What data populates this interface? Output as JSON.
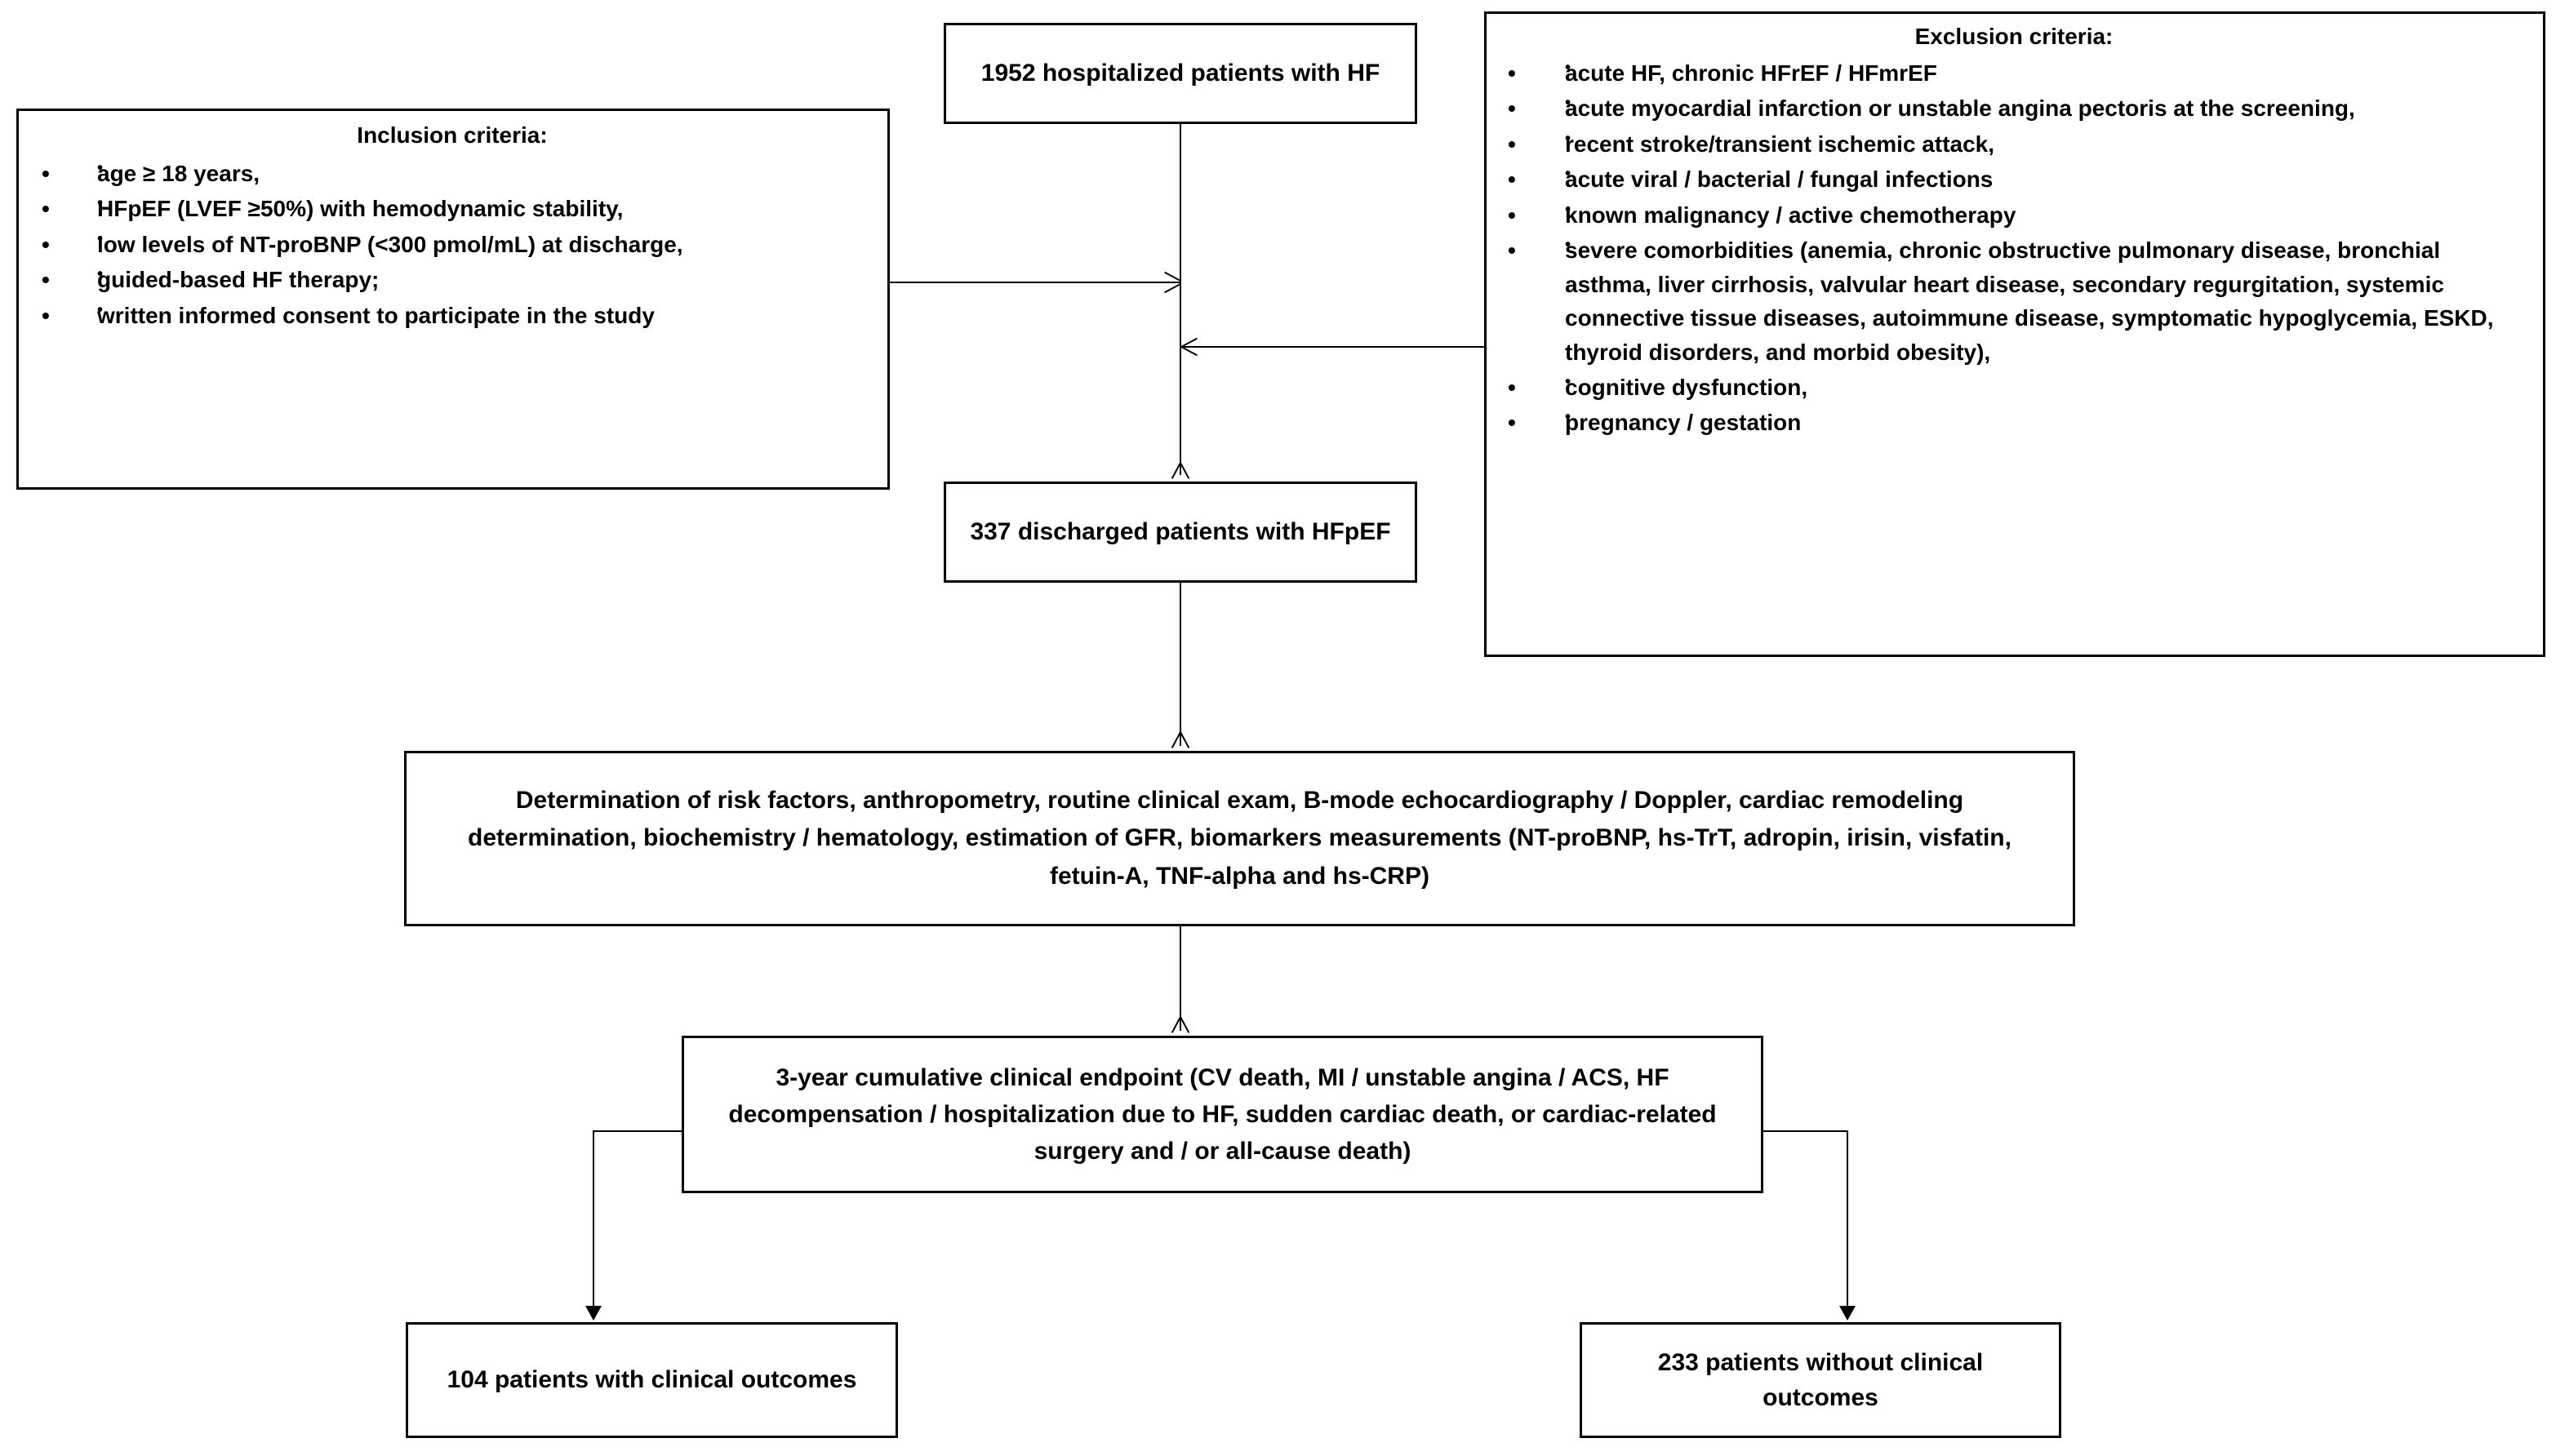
{
  "diagram": {
    "title": "Study flow diagram of HFpEF patient enrollment",
    "type": "flowchart"
  },
  "nodes": {
    "hospitalized": {
      "id": "hospitalized-patients-box",
      "text": "1952 hospitalized patients with HF",
      "count": 1952
    },
    "inclusion": {
      "id": "inclusion-criteria-box",
      "title": "Inclusion criteria:",
      "items": [
        "age ≥ 18 years,",
        "HFpEF (LVEF ≥50%) with hemodynamic stability,",
        "low levels of NT-proBNP (<300 pmol/mL) at discharge,",
        "guided-based HF therapy;",
        "written informed consent to participate in the study"
      ]
    },
    "exclusion": {
      "id": "exclusion-criteria-box",
      "title": "Exclusion criteria:",
      "items": [
        "acute HF, chronic HFrEF / HFmrEF",
        "acute myocardial infarction or unstable angina pectoris at the screening,",
        "recent stroke/transient ischemic attack,",
        "acute viral / bacterial / fungal infections",
        "known malignancy / active chemotherapy",
        "severe comorbidities (anemia, chronic obstructive pulmonary disease, bronchial asthma, liver cirrhosis, valvular heart disease, secondary regurgitation, systemic connective tissue diseases, autoimmune disease, symptomatic hypoglycemia, ESKD, thyroid disorders, and morbid obesity),",
        "cognitive dysfunction,",
        "pregnancy / gestation"
      ]
    },
    "discharged": {
      "id": "discharged-patients-box",
      "text": "337 discharged patients with HFpEF",
      "count": 337
    },
    "assessments": {
      "id": "assessments-box",
      "text": "Determination of risk factors, anthropometry, routine clinical exam, B-mode echocardiography / Doppler, cardiac remodeling determination, biochemistry / hematology, estimation of GFR, biomarkers measurements (NT-proBNP, hs-TrT, adropin, irisin, visfatin, fetuin-A, TNF-alpha and hs-CRP)"
    },
    "endpoint": {
      "id": "clinical-endpoint-box",
      "text": "3-year cumulative clinical endpoint (CV death, MI / unstable angina / ACS, HF decompensation / hospitalization due to HF, sudden cardiac death, or cardiac-related surgery and / or all-cause death)"
    },
    "with_outcomes": {
      "id": "patients-with-outcomes-box",
      "text": "104 patients with clinical outcomes",
      "count": 104
    },
    "without_outcomes": {
      "id": "patients-without-outcomes-box",
      "text": "233 patients without clinical outcomes",
      "count": 233
    }
  },
  "style": {
    "border_color": "#000000",
    "text_color": "#000000",
    "background": "#ffffff"
  }
}
